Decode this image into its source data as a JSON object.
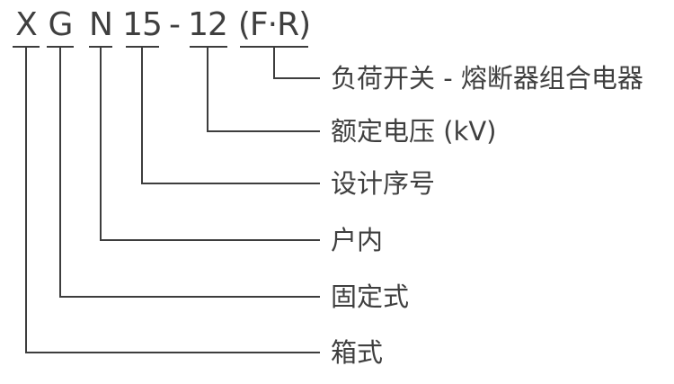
{
  "diagram": {
    "title_meaning": "XGN15-12 (F·R) model designation explanation",
    "code": {
      "full_text": "X G N 15 - 12 (F·R)",
      "separator": "-"
    },
    "segments": [
      {
        "char": "X",
        "label": "箱式"
      },
      {
        "char": "G",
        "label": "固定式"
      },
      {
        "char": "N",
        "label": "户内"
      },
      {
        "char": "15",
        "label": "设计序号"
      },
      {
        "char": "12",
        "label": "额定电压 (kV)"
      },
      {
        "char": "(F·R)",
        "label": "负荷开关 - 熔断器组合电器"
      }
    ],
    "colors": {
      "background": "#ffffff",
      "text": "#3f3f3f",
      "line": "#3d3d3d"
    }
  }
}
